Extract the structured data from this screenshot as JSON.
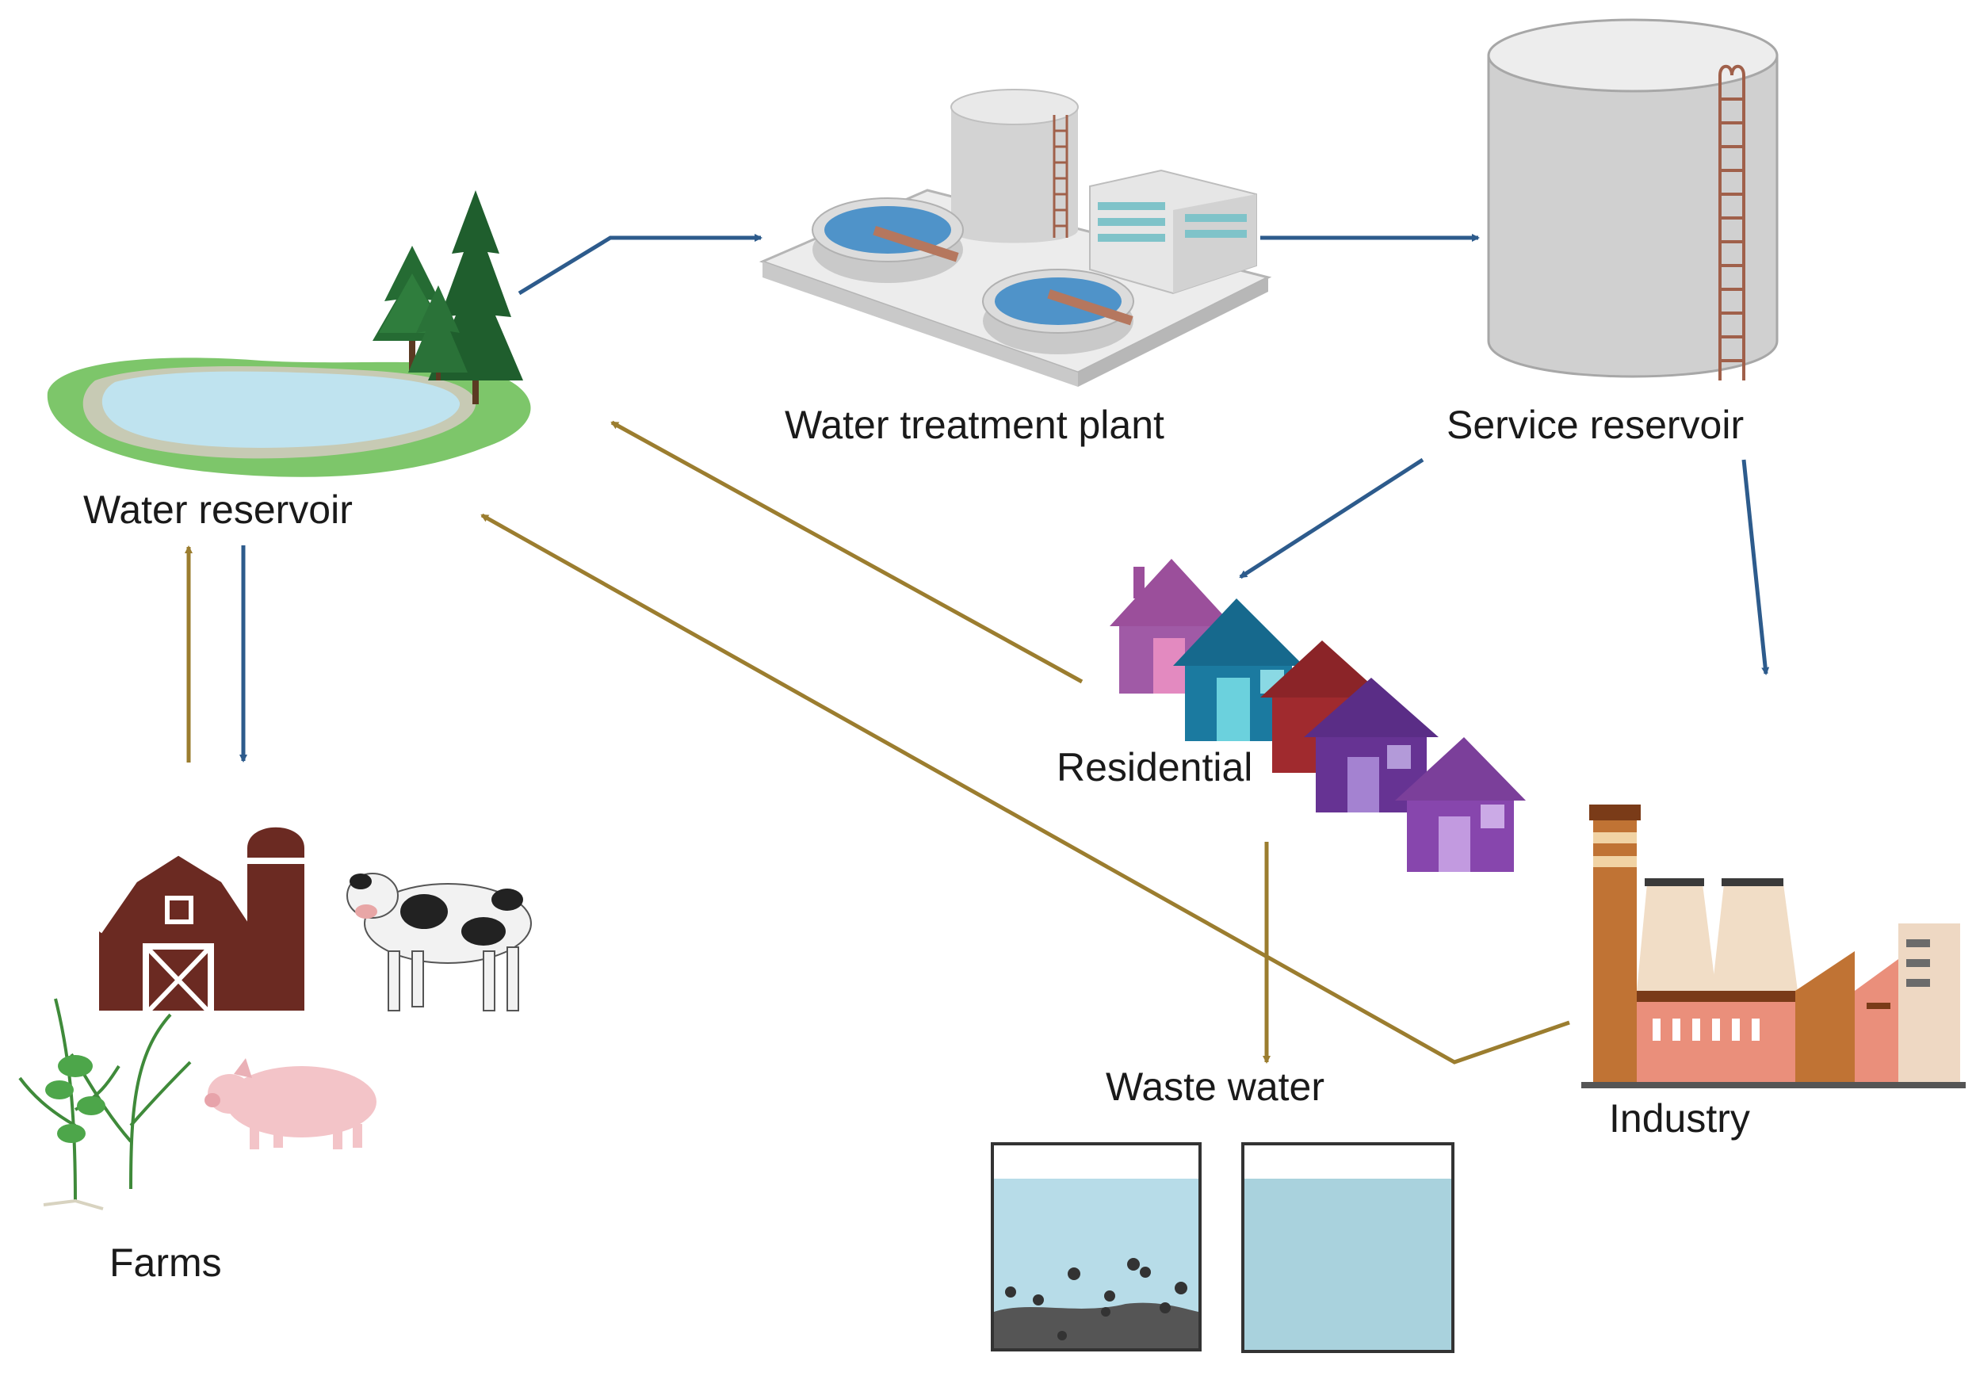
{
  "labels": {
    "water_reservoir": "Water reservoir",
    "treatment_plant": "Water treatment plant",
    "service_reservoir": "Service reservoir",
    "residential": "Residential",
    "farms": "Farms",
    "industry": "Industry",
    "waste_water": "Waste water"
  },
  "colors": {
    "clean_flow": "#2d5b8c",
    "used_flow": "#9b7d2f"
  }
}
